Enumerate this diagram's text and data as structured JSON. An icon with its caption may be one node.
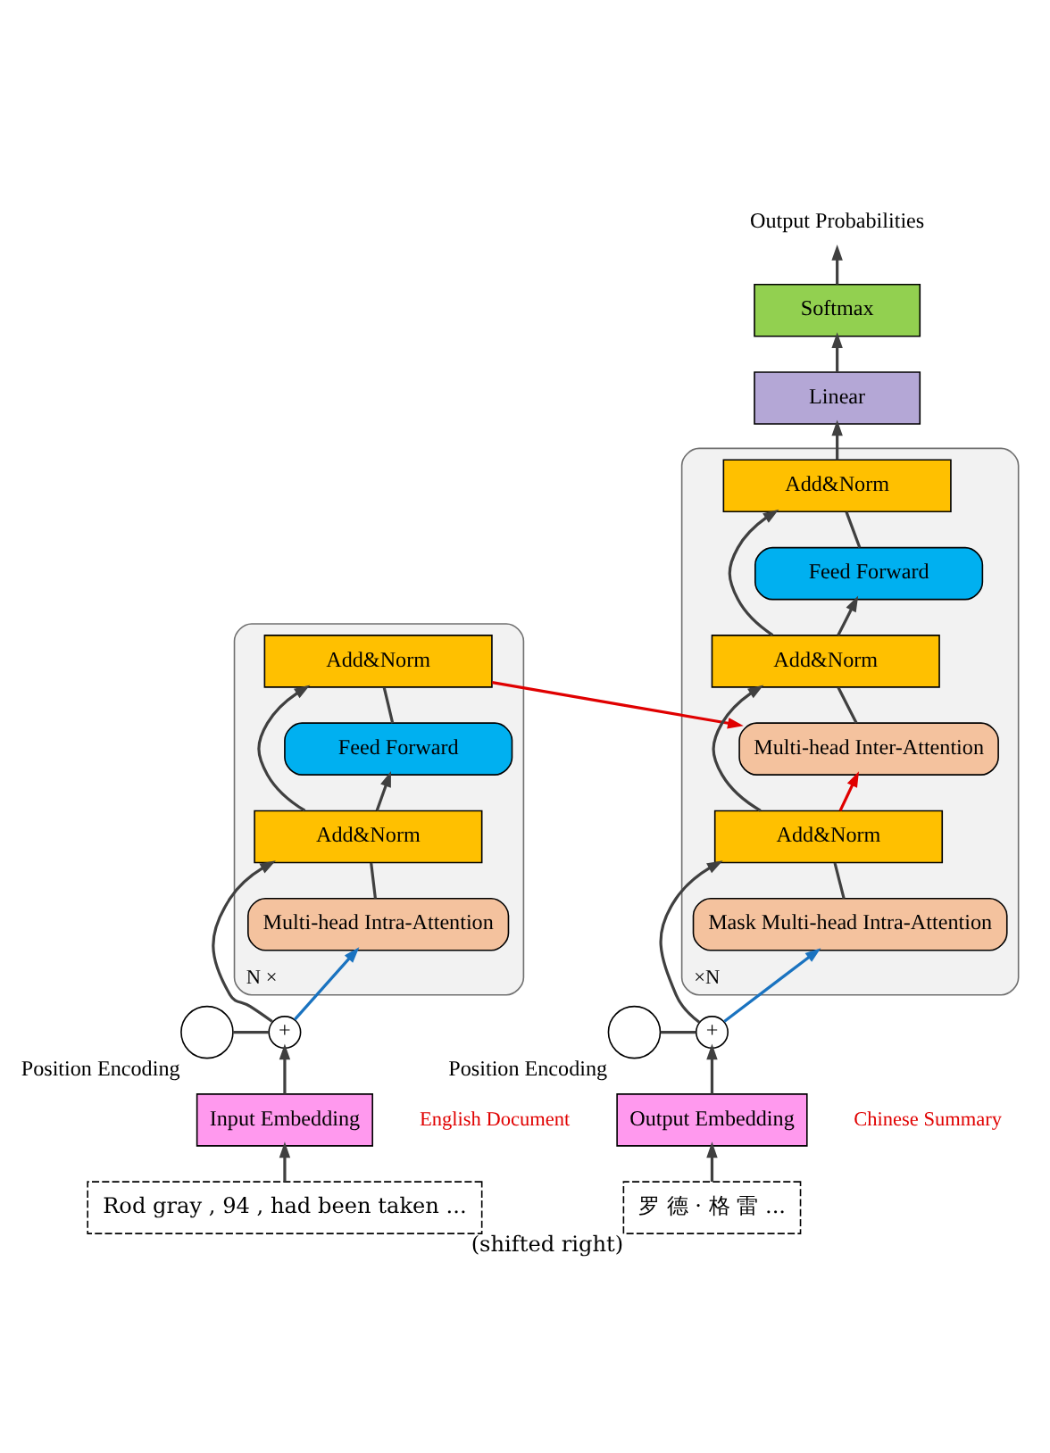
{
  "diagram": {
    "nodes": [
      {
        "text": [],
        "shape": "box",
        "beside": [
          "N ×"
        ]
      },
      {
        "text": [
          "Add&Norm"
        ],
        "in": 0
      },
      {
        "text": [
          "Feed Forward"
        ],
        "in": 0
      },
      {
        "text": [
          "Add&Norm"
        ],
        "in": 0
      },
      {
        "text": [
          "Multi-head Intra-Attention"
        ],
        "in": 0
      },
      {
        "text": [],
        "shape": "box",
        "beside": [
          "×N"
        ]
      },
      {
        "text": [
          "Add&Norm"
        ],
        "in": 5
      },
      {
        "text": [
          "Feed Forward"
        ],
        "in": 5
      },
      {
        "text": [
          "Add&Norm"
        ],
        "in": 5
      },
      {
        "text": [
          "Multi-head Inter-Attention"
        ],
        "in": 5
      },
      {
        "text": [
          "Add&Norm"
        ],
        "in": 5
      },
      {
        "text": [
          "Mask Multi-head Intra-Attention"
        ],
        "in": 5
      },
      {
        "text": [
          "Linear"
        ]
      },
      {
        "text": [
          "Softmax"
        ]
      },
      {
        "text": [
          "Output Probabilities"
        ]
      },
      {
        "text": [
          "+"
        ]
      },
      {
        "text": [],
        "shape": "circle",
        "beside": [
          "Position Encoding"
        ]
      },
      {
        "text": [
          "Input Embedding"
        ]
      },
      {
        "text": [
          "Rod gray , 94 , had been taken ..."
        ]
      },
      {
        "text": [
          "+"
        ]
      },
      {
        "text": [],
        "shape": "circle",
        "beside": [
          "Position Encoding"
        ]
      },
      {
        "text": [
          "Output Embedding"
        ]
      },
      {
        "text": [
          "罗 德 · 格 雷 ..."
        ],
        "beside": [
          "(shifted right)"
        ]
      }
    ],
    "edges": [
      {
        "from": 18,
        "to": 17,
        "arrow": "to"
      },
      {
        "from": 17,
        "to": 15,
        "arrow": "to"
      },
      {
        "from": 16,
        "to": 15,
        "arrow": "none"
      },
      {
        "from": 15,
        "to": 4,
        "arrow": "to",
        "color": "#1a73c0"
      },
      {
        "from": 15,
        "to": 3,
        "arrow": "to"
      },
      {
        "from": 4,
        "to": 3,
        "arrow": "none"
      },
      {
        "from": 3,
        "to": 2,
        "arrow": "to"
      },
      {
        "from": 3,
        "to": 1,
        "arrow": "to"
      },
      {
        "from": 2,
        "to": 1,
        "arrow": "none"
      },
      {
        "from": 22,
        "to": 21,
        "arrow": "to"
      },
      {
        "from": 21,
        "to": 19,
        "arrow": "to"
      },
      {
        "from": 20,
        "to": 19,
        "arrow": "none"
      },
      {
        "from": 19,
        "to": 11,
        "arrow": "to",
        "color": "#1a73c0"
      },
      {
        "from": 19,
        "to": 10,
        "arrow": "to"
      },
      {
        "from": 11,
        "to": 10,
        "arrow": "none"
      },
      {
        "from": 1,
        "to": 9,
        "arrow": "to",
        "color": "#e00000"
      },
      {
        "from": 10,
        "to": 9,
        "arrow": "to",
        "color": "#e00000"
      },
      {
        "from": 10,
        "to": 8,
        "arrow": "to"
      },
      {
        "from": 9,
        "to": 8,
        "arrow": "none"
      },
      {
        "from": 8,
        "to": 7,
        "arrow": "to"
      },
      {
        "from": 8,
        "to": 6,
        "arrow": "to"
      },
      {
        "from": 7,
        "to": 6,
        "arrow": "none"
      },
      {
        "from": 6,
        "to": 12,
        "arrow": "to"
      },
      {
        "from": 12,
        "to": 13,
        "arrow": "to"
      },
      {
        "from": 13,
        "to": 14,
        "arrow": "to"
      }
    ],
    "labels": [
      "English Document",
      "Chinese Summary"
    ]
  }
}
